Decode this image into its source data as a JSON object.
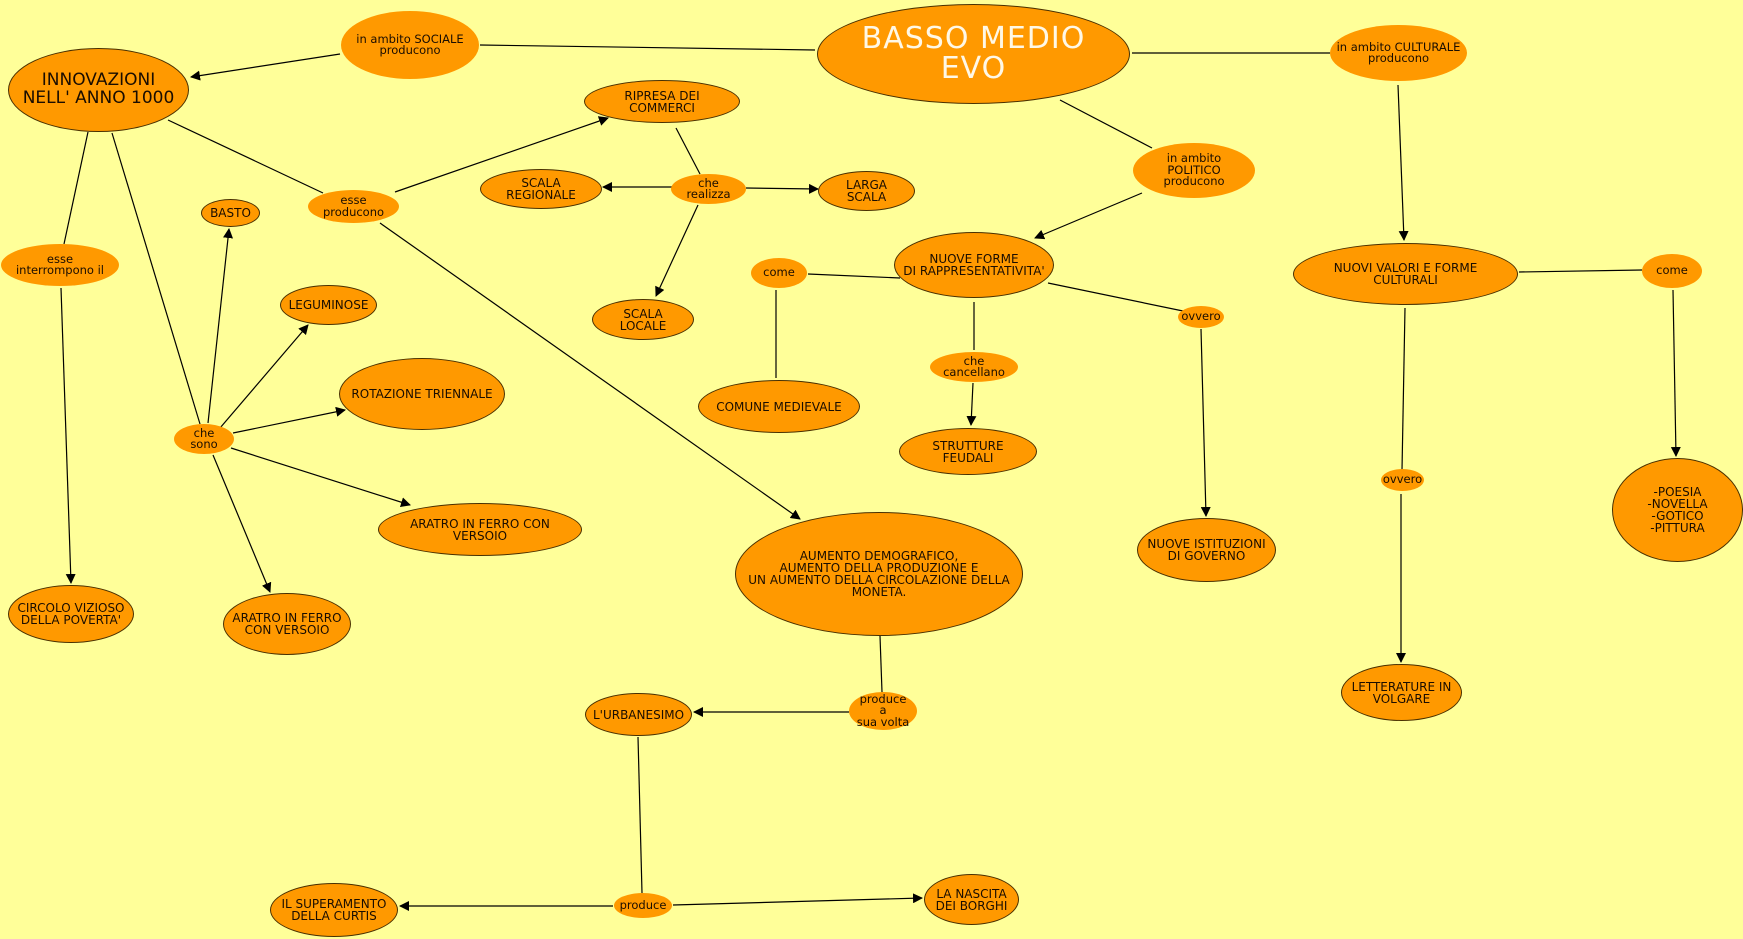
{
  "colors": {
    "background": "#ffff99",
    "node_fill": "#ff9900",
    "node_border": "#4a3000",
    "edge": "#000000"
  },
  "nodes": {
    "basso_medio_evo": "BASSO MEDIO EVO",
    "ambito_sociale": "in ambito SOCIALE\nproducono",
    "ambito_culturale": "in ambito CULTURALE\nproducono",
    "ambito_politico": "in ambito POLITICO\nproducono",
    "innovazioni": "INNOVAZIONI\nNELL' ANNO 1000",
    "ripresa_commerci": "RIPRESA DEI COMMERCI",
    "esse_producono": "esse producono",
    "scala_regionale": "SCALA REGIONALE",
    "che_realizza": "che realizza",
    "larga_scala": "LARGA SCALA",
    "scala_locale": "SCALA LOCALE",
    "basto": "BASTO",
    "esse_interrompono": "esse interrompono il",
    "leguminose": "LEGUMINOSE",
    "rotazione_triennale": "ROTAZIONE TRIENNALE",
    "che_sono": "che sono",
    "aratro_ferro_1": "ARATRO IN FERRO CON VERSOIO",
    "circolo_vizioso": "CIRCOLO VIZIOSO\nDELLA POVERTA'",
    "aratro_ferro_2": "ARATRO IN FERRO\nCON VERSOIO",
    "nuove_forme": "NUOVE FORME\nDI RAPPRESENTATIVITA'",
    "come_1": "come",
    "comune_medievale": "COMUNE MEDIEVALE",
    "che_cancellano": "che cancellano",
    "strutture_feudali": "STRUTTURE FEUDALI",
    "ovvero_1": "ovvero",
    "nuove_istituzioni": "NUOVE ISTITUZIONI\nDI GOVERNO",
    "nuovi_valori": "NUOVI VALORI E FORME CULTURALI",
    "come_2": "come",
    "poesia_list": "-POESIA\n-NOVELLA\n-GOTICO\n-PITTURA",
    "ovvero_2": "ovvero",
    "letterature_volgare": "LETTERATURE IN\nVOLGARE",
    "aumento_demografico": "AUMENTO DEMOGRAFICO,\nAUMENTO DELLA PRODUZIONE E\nUN AUMENTO DELLA CIRCOLAZIONE DELLA\nMONETA.",
    "produce_a_sua_volta": "produce a\nsua volta",
    "urbanesimo": "L'URBANESIMO",
    "produce": "produce",
    "superamento_curtis": "IL SUPERAMENTO\nDELLA CURTIS",
    "nascita_borghi": "LA NASCITA\nDEI BORGHI"
  }
}
